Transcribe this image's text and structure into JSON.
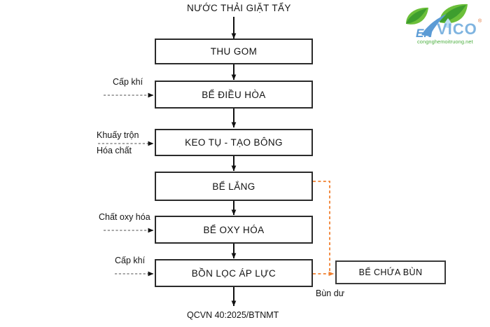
{
  "diagram": {
    "title": "NƯỚC THẢI GIẶT TẨY",
    "outlet_label": "QCVN 40:2025/BTNMT",
    "sludge_flow_label": "Bùn dư",
    "colors": {
      "box_border": "#2b2b2b",
      "text": "#111111",
      "flow_arrow": "#111111",
      "dashed_input": "#8a8a8a",
      "sludge_line": "#F08030",
      "logo_green": "#4CAF3F",
      "logo_blue": "#5B9BD5"
    },
    "nodes": [
      {
        "id": "thu-gom",
        "label": "THU GOM"
      },
      {
        "id": "be-dieu-hoa",
        "label": "BỂ ĐIỀU HÒA"
      },
      {
        "id": "keo-tu-tao-bong",
        "label": "KEO TỤ - TẠO BÔNG"
      },
      {
        "id": "be-lang",
        "label": "BỂ LẮNG"
      },
      {
        "id": "be-oxy-hoa",
        "label": "BỂ OXY HÓA"
      },
      {
        "id": "bon-loc-ap-luc",
        "label": "BỒN LỌC ÁP LỰC"
      },
      {
        "id": "be-chua-bun",
        "label": "BỂ CHỨA BÙN"
      }
    ],
    "side_inputs": [
      {
        "id": "cap-khi-dieu-hoa",
        "lines": [
          "Cấp khí"
        ]
      },
      {
        "id": "hoa-chat-keo-tu",
        "lines": [
          "Khuấy trộn",
          "Hóa chất"
        ]
      },
      {
        "id": "chat-oxy-hoa",
        "lines": [
          "Chất oxy hóa"
        ]
      },
      {
        "id": "cap-khi-bon-loc",
        "lines": [
          "Cấp khí"
        ]
      }
    ]
  },
  "logo": {
    "wordmark_en": "EN",
    "wordmark_vico": "VICO",
    "registered": "®",
    "tagline": "congnghemoitruong.net"
  }
}
